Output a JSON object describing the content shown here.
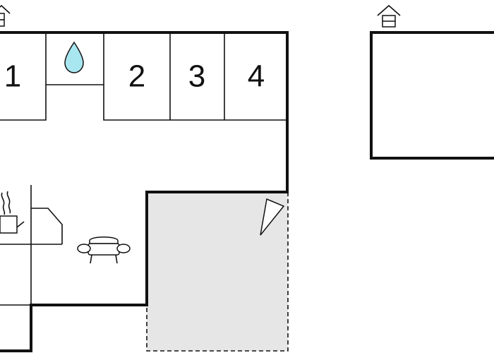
{
  "rooms": [
    {
      "label": "1",
      "icon": "bedroom"
    },
    {
      "label": "2",
      "icon": "bedroom"
    },
    {
      "label": "3",
      "icon": "bedroom"
    },
    {
      "label": "4",
      "icon": "bedroom"
    }
  ],
  "icons": {
    "bathroom": "water-drop-icon",
    "entrance": "house-entrance-icon",
    "kitchen": "stove-icon",
    "living": "sofa-icon",
    "terrace": "sun-umbrella-icon"
  },
  "colors": {
    "wall": "#111111",
    "terrace_fill": "#e6e6e6",
    "water_drop": "#a8e6f0",
    "background": "#ffffff"
  }
}
